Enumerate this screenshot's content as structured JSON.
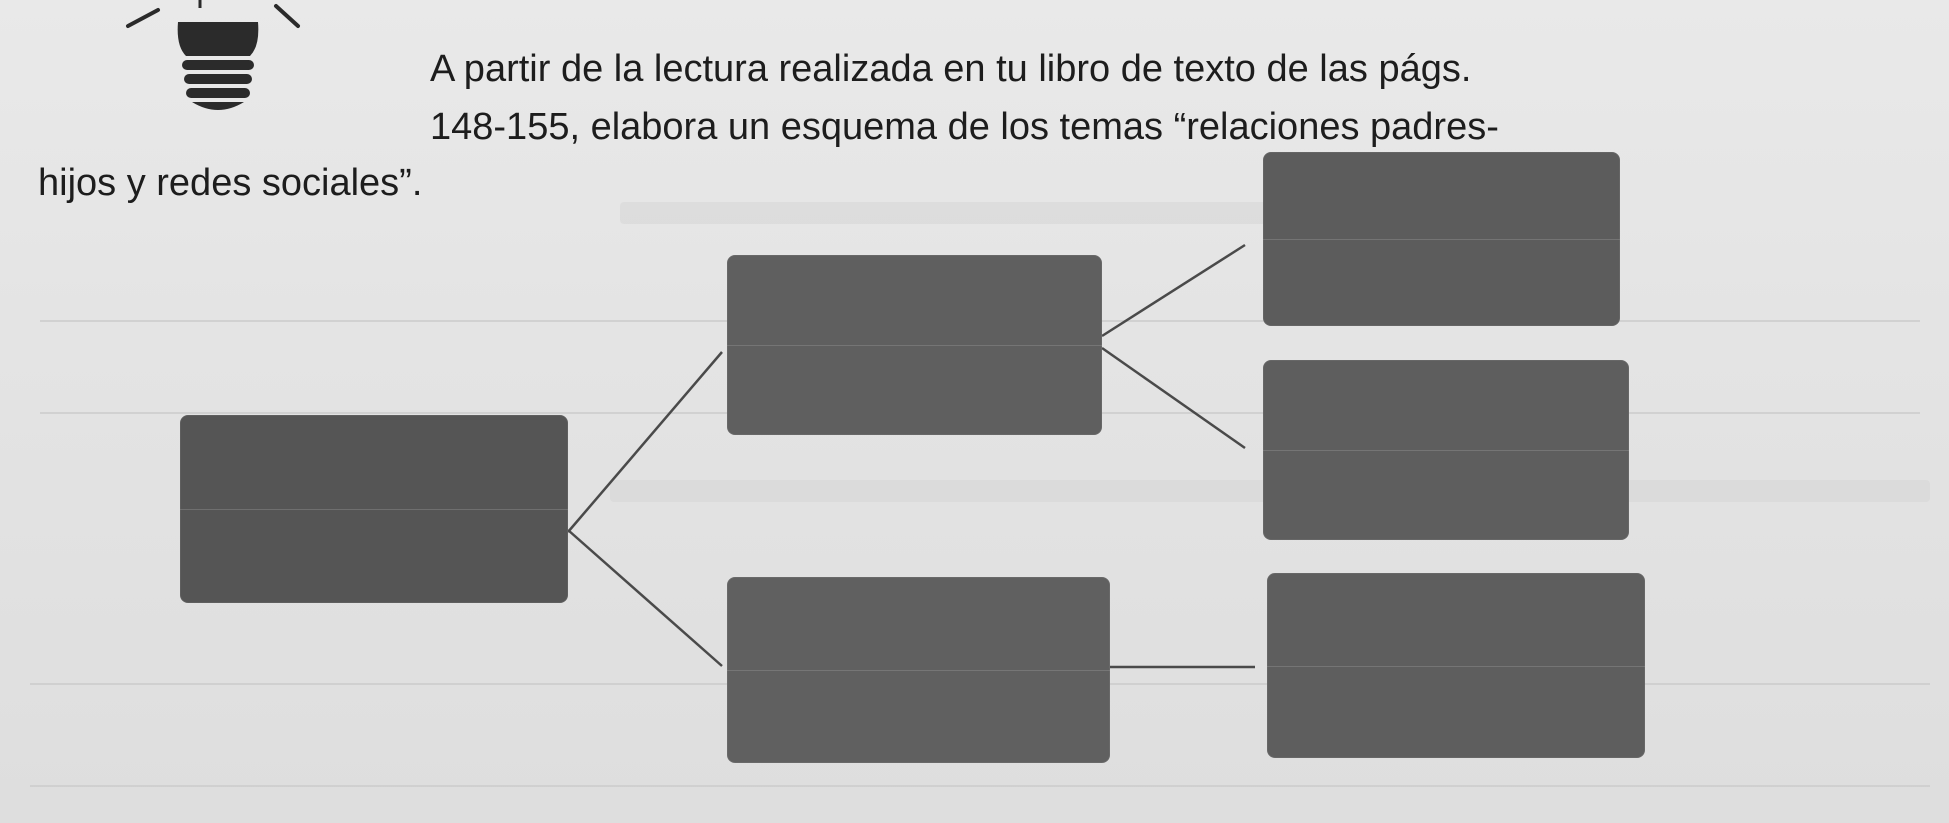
{
  "instructions": {
    "line1": "A partir de la lectura realizada en tu libro de texto de las págs.",
    "line2": "148-155, elabora un esquema de los temas “relaciones padres-",
    "line3": "hijos y redes sociales”."
  },
  "bulb_icon": "light-bulb-icon",
  "colors": {
    "paper": "#e4e4e4",
    "text": "#1d1d1d",
    "box": "#5d5d5d",
    "connector": "#4a4a4a"
  }
}
